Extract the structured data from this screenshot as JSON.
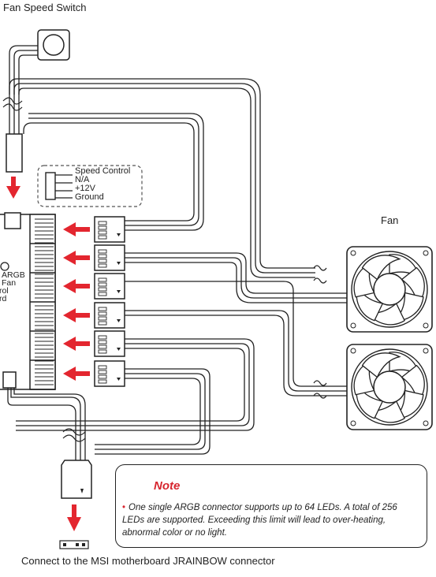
{
  "title": "Fan Speed Switch",
  "fan_label": "Fan",
  "bottom_caption": "Connect to the MSI motherboard JRAINBOW connector",
  "pinout": [
    "Speed Control",
    "N/A",
    "+12V",
    "Ground"
  ],
  "board_label": [
    "ARGB",
    "Fan",
    "rol",
    "rd"
  ],
  "note": {
    "title": "Note",
    "bullet": "•",
    "text": "One single ARGB connector supports up to 64 LEDs. A total of 256 LEDs are supported. Exceeding this limit will lead to over-heating, abnormal color or no light."
  },
  "colors": {
    "arrow": "#e3262f",
    "note_accent": "#d7262f",
    "line": "#222222"
  }
}
